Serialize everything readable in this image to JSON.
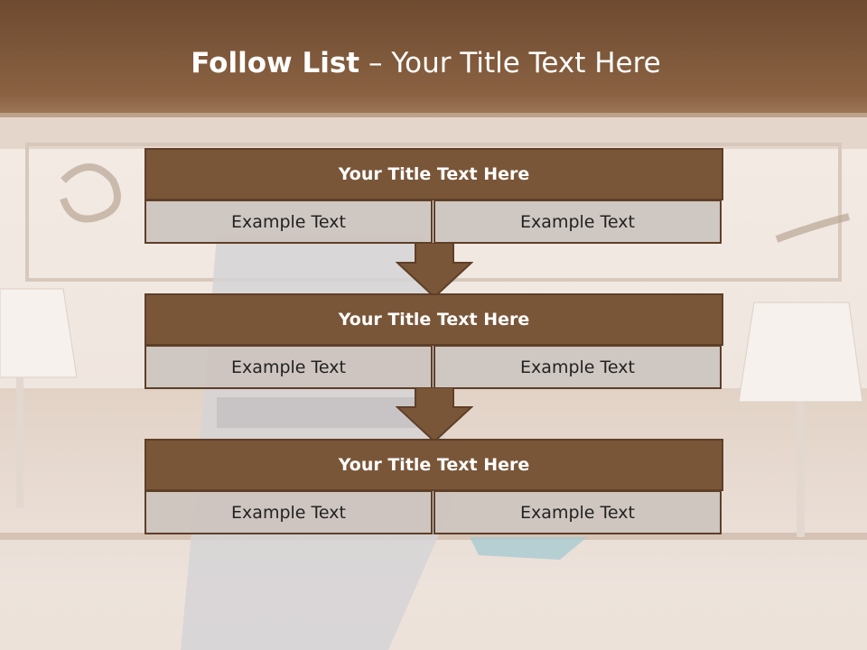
{
  "slide": {
    "title_strong": "Follow List",
    "title_rest": " – Your Title Text Here"
  },
  "blocks": [
    {
      "title": "Your Title Text Here",
      "left": "Example Text",
      "right": "Example Text"
    },
    {
      "title": "Your Title Text Here",
      "left": "Example Text",
      "right": "Example Text"
    },
    {
      "title": "Your Title Text Here",
      "left": "Example Text",
      "right": "Example Text"
    }
  ],
  "colors": {
    "header_fill": "#7a5639",
    "header_border": "#5e3f28",
    "cell_fill": "#ccc4be",
    "arrow_fill": "#7a5639",
    "banner": "#7a5235"
  }
}
